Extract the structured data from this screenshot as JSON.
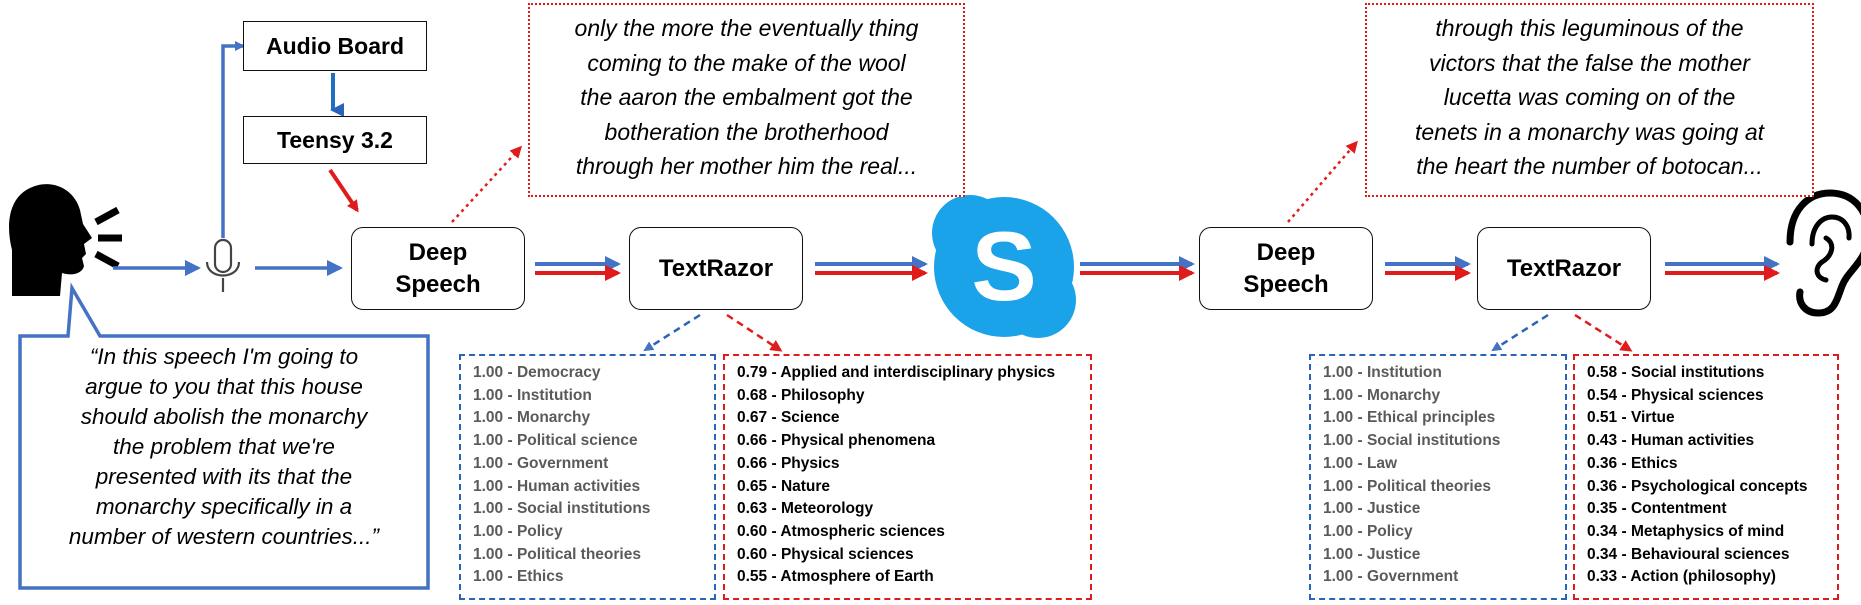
{
  "hardware": {
    "audio_board": "Audio Board",
    "teensy": "Teensy 3.2"
  },
  "pipeline_left": {
    "stt": [
      "Deep",
      "Speech"
    ],
    "nlp": "TextRazor"
  },
  "pipeline_right": {
    "stt": [
      "Deep",
      "Speech"
    ],
    "nlp": "TextRazor"
  },
  "speaker_quote": [
    "“In this speech I'm going to",
    "argue to you that this house",
    "should abolish the monarchy",
    "the problem that we're",
    "presented with its that the",
    "monarchy specifically in a",
    "number of western countries...”"
  ],
  "transcript_left": [
    "only the more the eventually thing",
    "coming to the make of the wool",
    "the aaron the embalment got the",
    "botheration the brotherhood",
    "through her mother him the real..."
  ],
  "transcript_right": [
    "through this leguminous of the",
    "victors that the false the mother",
    "lucetta was coming on of the",
    "tenets in a monarchy was going at",
    "the heart the number of botocan..."
  ],
  "keywords_left_blue": [
    "1.00 - Democracy",
    "1.00 - Institution",
    "1.00 - Monarchy",
    "1.00 - Political science",
    "1.00 - Government",
    "1.00 - Human activities",
    "1.00 - Social institutions",
    "1.00 - Policy",
    "1.00 - Political theories",
    "1.00 - Ethics"
  ],
  "keywords_left_red": [
    "0.79 - Applied and interdisciplinary physics",
    "0.68 - Philosophy",
    "0.67 - Science",
    "0.66 - Physical phenomena",
    "0.66 - Physics",
    "0.65 - Nature",
    "0.63 - Meteorology",
    "0.60 - Atmospheric sciences",
    "0.60 - Physical sciences",
    "0.55 - Atmosphere of Earth"
  ],
  "keywords_right_blue": [
    "1.00 - Institution",
    "1.00 - Monarchy",
    "1.00 - Ethical principles",
    "1.00 - Social institutions",
    "1.00 - Law",
    "1.00 - Political theories",
    "1.00 - Justice",
    "1.00 - Policy",
    "1.00 - Justice",
    "1.00 - Government"
  ],
  "keywords_right_red": [
    "0.58 - Social institutions",
    "0.54 - Physical sciences",
    "0.51 - Virtue",
    "0.43 - Human activities",
    "0.36 - Ethics",
    "0.36 - Psychological concepts",
    "0.35 - Contentment",
    "0.34 - Metaphysics of mind",
    "0.34 - Behavioural sciences",
    "0.33 - Action (philosophy)"
  ],
  "icons": {
    "speaker": "speaking-head-icon",
    "microphone": "microphone-icon",
    "skype": "skype-logo-icon",
    "ear": "ear-icon"
  },
  "colors": {
    "blue": "#4472c4",
    "red": "#e01b1b",
    "skype": "#1aa3e8"
  }
}
